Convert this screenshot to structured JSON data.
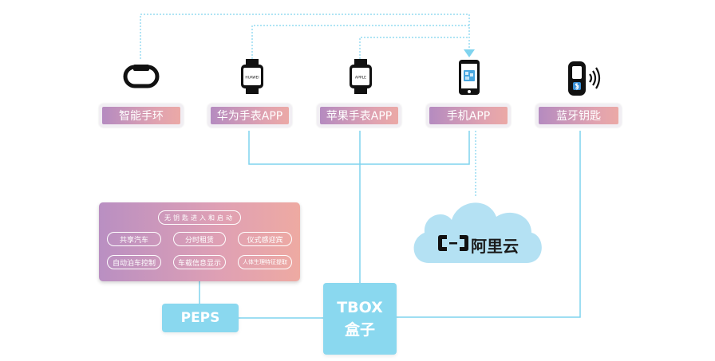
{
  "devices": [
    {
      "label": "智能手环",
      "icon": "smart-band-icon"
    },
    {
      "label": "华为手表APP",
      "icon": "huawei-watch-icon",
      "screen_text": "HUAWEI"
    },
    {
      "label": "苹果手表APP",
      "icon": "apple-watch-icon",
      "screen_text": "APPLE"
    },
    {
      "label": "手机APP",
      "icon": "phone-app-icon"
    },
    {
      "label": "蓝牙钥匙",
      "icon": "bluetooth-key-icon"
    }
  ],
  "features": {
    "title": "无钥匙进入和启动",
    "items": [
      "共享汽车",
      "分时租赁",
      "仪式感迎宾",
      "自动泊车控制",
      "车载信息显示",
      "人体生理特征提取"
    ]
  },
  "peps": {
    "label": "PEPS"
  },
  "tbox": {
    "line1": "TBOX",
    "line2": "盒子"
  },
  "cloud": {
    "label": "阿里云",
    "logo": "aliyun-logo-icon"
  },
  "colors": {
    "label_gradient_start": "#b58bc0",
    "label_gradient_end": "#eba9a6",
    "hardware_box": "#8ad8ef",
    "connector": "#7fd3ee",
    "cloud": "#a7dcf1"
  }
}
